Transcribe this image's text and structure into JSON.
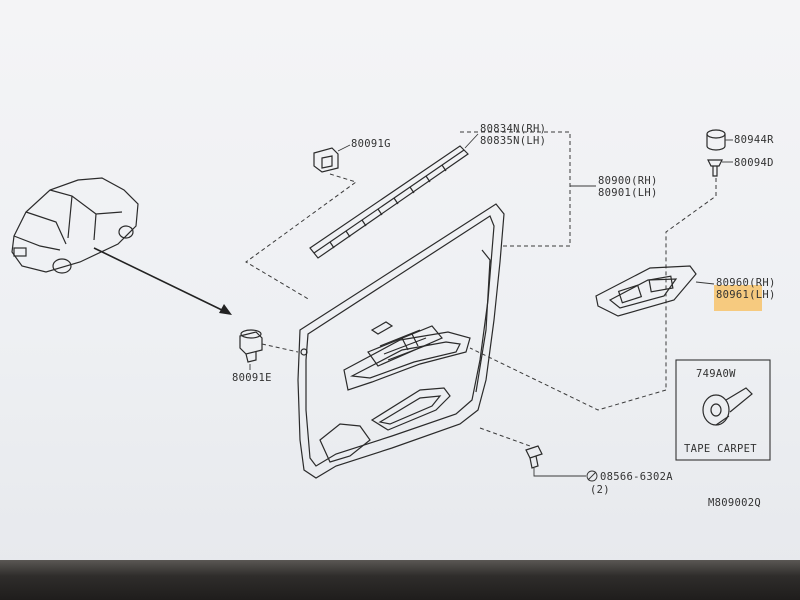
{
  "diagram": {
    "drawing_code": "M809002Q",
    "parts": [
      {
        "id": "clip_g",
        "label": "80091G"
      },
      {
        "id": "molding_rh",
        "label": "80834N(RH)"
      },
      {
        "id": "molding_lh",
        "label": "80835N(LH)"
      },
      {
        "id": "trim_rh",
        "label": "80900(RH)"
      },
      {
        "id": "trim_lh",
        "label": "80901(LH)"
      },
      {
        "id": "cap",
        "label": "80944R"
      },
      {
        "id": "clip_d",
        "label": "80094D"
      },
      {
        "id": "finisher_rh",
        "label": "80960(RH)"
      },
      {
        "id": "finisher_lh",
        "label": "80961(LH)"
      },
      {
        "id": "clip_e",
        "label": "80091E"
      },
      {
        "id": "screw",
        "label": "08566-6302A"
      },
      {
        "id": "screw_qty",
        "label": "(2)"
      }
    ],
    "inset": {
      "part_no": "749A0W",
      "caption": "TAPE CARPET"
    },
    "highlighted_part": "80961(LH)"
  }
}
